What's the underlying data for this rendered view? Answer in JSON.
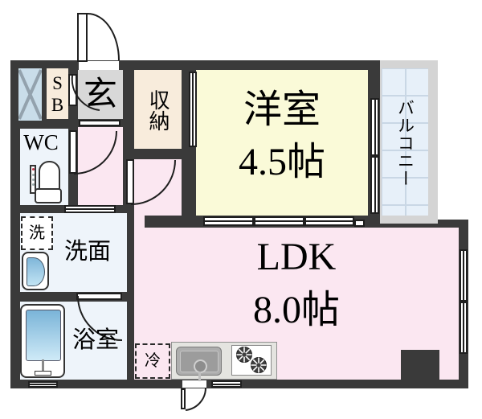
{
  "floorplan": {
    "type": "apartment-floor-plan",
    "rooms": {
      "shoe_box": {
        "label_top": "S",
        "label_bottom": "B"
      },
      "entrance": {
        "label": "玄"
      },
      "storage": {
        "label": "収納"
      },
      "toilet": {
        "label": "WC"
      },
      "western_room": {
        "label": "洋室",
        "size": "4.5帖"
      },
      "balcony": {
        "label": "バルコニー"
      },
      "washroom": {
        "label": "洗面"
      },
      "washer_space": {
        "label": "洗"
      },
      "bathroom": {
        "label": "浴室"
      },
      "ldk": {
        "label": "LDK",
        "size": "8.0帖"
      },
      "refrigerator_space": {
        "label": "冷"
      }
    },
    "icons": {
      "toilet": "toilet-icon",
      "bathtub": "bathtub-icon",
      "washbasin": "washbasin-icon",
      "kitchen_sink": "kitchen-sink-icon",
      "stove_burners": "stove-burners-icon",
      "pipe_space": "pipe-space-x-icon",
      "door_swing": "door-swing-arc",
      "window": "window-symbol"
    },
    "colors": {
      "wall": "#3a3a3a",
      "line": "#1f1f1f",
      "room_pink": "#fbe7f1",
      "room_yellow": "#fafad8",
      "room_cream": "#f8ecdc",
      "room_gray": "#d8d8d8",
      "room_blue_white": "#eef4fa",
      "pipe_space_blue": "#c9dde9",
      "balcony_frame": "#d4d4d4",
      "balcony_floor": "#e7f0f9",
      "balcony_grid": "#c9d7e5",
      "tub_top": "#7ab4d8",
      "tub_bottom": "#cfeaf7"
    }
  }
}
